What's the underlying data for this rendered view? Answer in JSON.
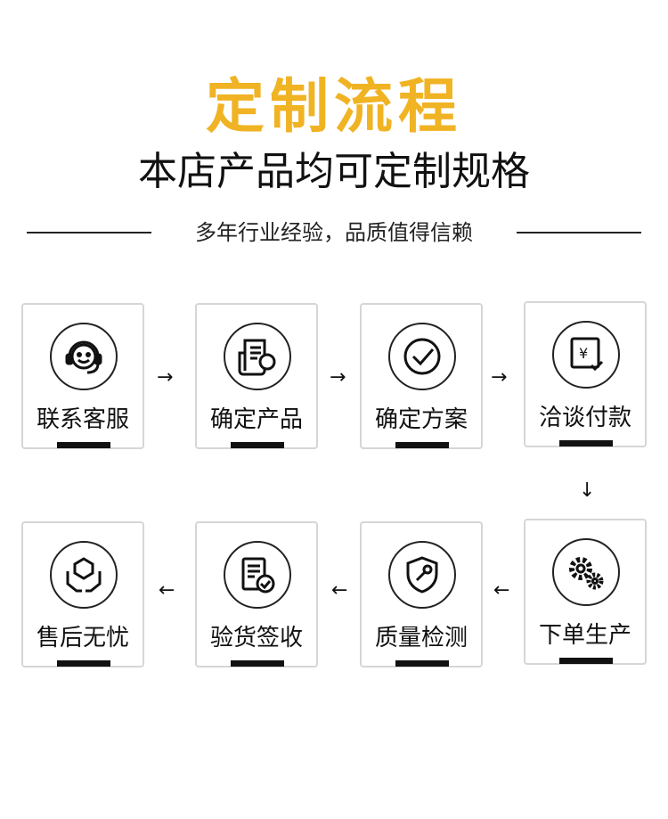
{
  "header": {
    "title": "定制流程",
    "title_color": "#F0B323",
    "subtitle": "本店产品均可定制规格",
    "tagline": "多年行业经验，品质值得信赖"
  },
  "steps": [
    {
      "label": "联系客服",
      "icon": "headset-smiley-icon"
    },
    {
      "label": "确定产品",
      "icon": "document-magnifier-icon"
    },
    {
      "label": "确定方案",
      "icon": "checkmark-icon"
    },
    {
      "label": "洽谈付款",
      "icon": "yen-payment-icon"
    },
    {
      "label": "下单生产",
      "icon": "gears-icon"
    },
    {
      "label": "质量检测",
      "icon": "shield-wrench-icon"
    },
    {
      "label": "验货签收",
      "icon": "document-check-icon"
    },
    {
      "label": "售后无忧",
      "icon": "hands-box-icon"
    }
  ],
  "arrows": {
    "right": "→",
    "down": "↓",
    "left": "←"
  }
}
